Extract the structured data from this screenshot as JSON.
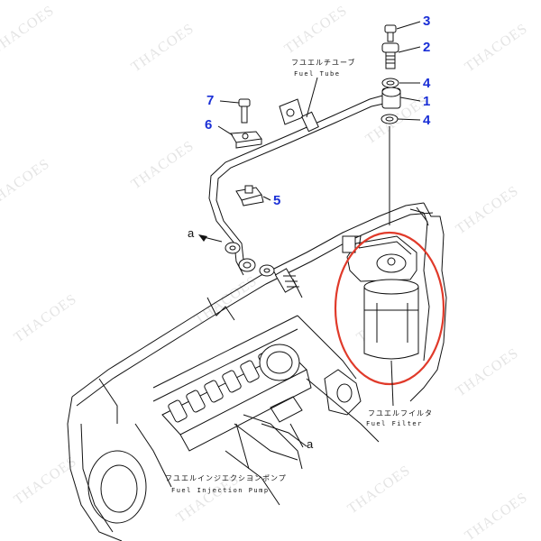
{
  "labels": {
    "fuel_tube_jp": "フユエルチユーブ",
    "fuel_tube_en": "Fuel Tube",
    "fuel_filter_jp": "フユエルフイルタ",
    "fuel_filter_en": "Fuel Filter",
    "pump_jp": "フユエルインジエクシヨンポンプ",
    "pump_en": "Fuel Injection Pump"
  },
  "callouts": [
    "3",
    "2",
    "4",
    "1",
    "4",
    "7",
    "6",
    "5"
  ],
  "letters": [
    "a",
    "a"
  ],
  "callout_color": "#1a2fd6",
  "highlight_color": "#e03a2a",
  "watermark": "THACOES"
}
